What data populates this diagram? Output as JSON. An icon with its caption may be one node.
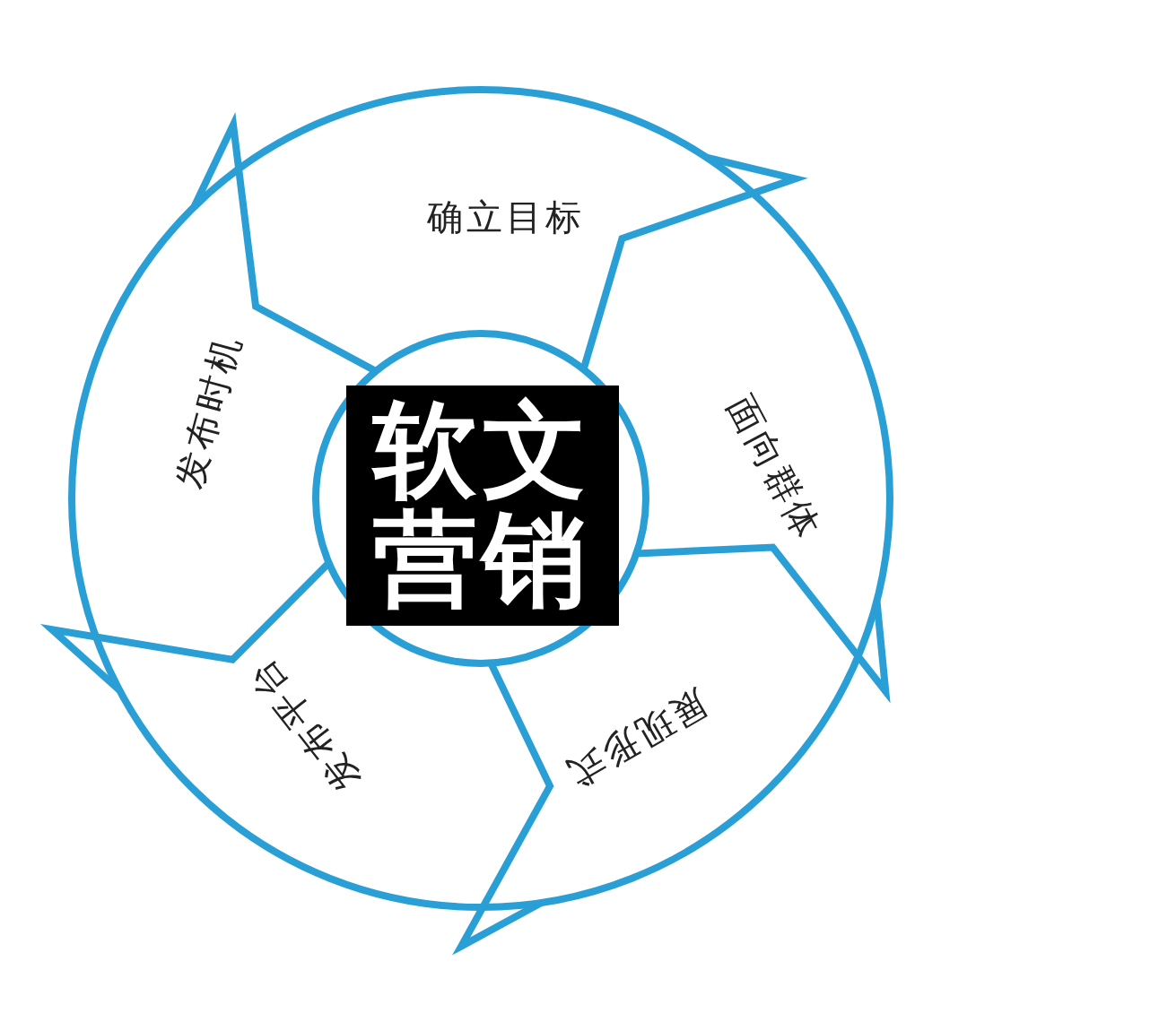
{
  "diagram": {
    "nodes": [
      {
        "text": [
          "确立目标"
        ]
      },
      {
        "text": [
          "面向群体"
        ]
      },
      {
        "text": [
          "展现形式"
        ]
      },
      {
        "text": [
          "发布平台"
        ]
      },
      {
        "text": [
          "发布时机"
        ]
      },
      {
        "text": [
          "软文营销"
        ]
      }
    ]
  }
}
